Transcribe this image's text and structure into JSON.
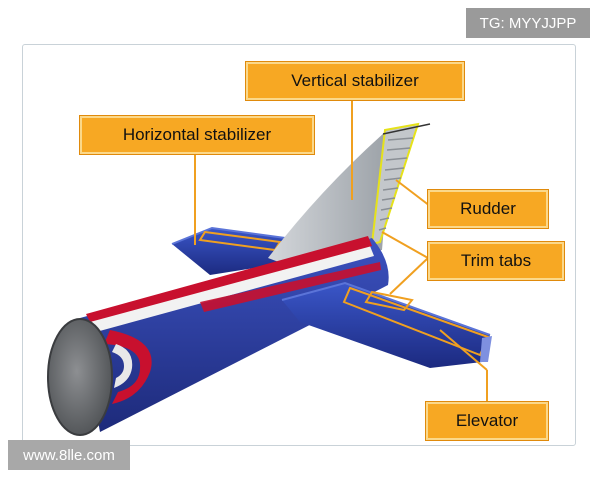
{
  "labels": {
    "vertical_stabilizer": "Vertical stabilizer",
    "horizontal_stabilizer": "Horizontal stabilizer",
    "rudder": "Rudder",
    "trim_tabs": "Trim tabs",
    "elevator": "Elevator"
  },
  "watermarks": {
    "top_right": "TG: MYYJJPP",
    "bottom_left": "www.8lle.com"
  },
  "colors": {
    "callout_fill": "#f7a823",
    "leader_line": "#f0a020",
    "fuselage_blue": "#2b3f9e",
    "stripe_red": "#c8102e",
    "tail_gray": "#b8bcc2"
  }
}
